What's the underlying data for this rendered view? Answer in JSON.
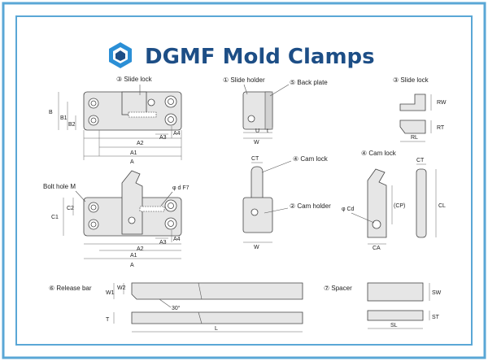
{
  "title": "DGMF Mold Clamps",
  "colors": {
    "border": "#5aa7d6",
    "brand": "#1d4e86",
    "part_fill": "#e6e6e6"
  },
  "labels": {
    "slide_lock": "③ Slide lock",
    "slide_holder": "① Slide holder",
    "back_plate": "⑤ Back plate",
    "slide_lock_right": "③ Slide lock",
    "cam_lock_a": "④ Cam lock",
    "cam_lock_b": "④ Cam lock",
    "cam_holder": "② Cam holder",
    "bolt_hole": "Bolt hole M",
    "release_bar": "⑥ Release bar",
    "spacer": "⑦ Spacer"
  },
  "dims": {
    "B": "B",
    "B1": "B1",
    "B2": "B2",
    "A": "A",
    "A1": "A1",
    "A2": "A2",
    "A3": "A3",
    "A4": "A4",
    "A_2": "A",
    "A1_2": "A1",
    "A2_2": "A2",
    "A3_2": "A3",
    "A4_2": "A4",
    "C1": "C1",
    "C2": "C2",
    "dF7": "φ d F7",
    "U": "U",
    "t": "t",
    "W": "W",
    "W_2": "W",
    "CT": "CT",
    "CT_2": "CT",
    "RW": "RW",
    "RT": "RT",
    "RL": "RL",
    "Cd": "φ Cd",
    "CP": "(CP)",
    "CA": "CA",
    "CL": "CL",
    "W1": "W1",
    "W2": "W2",
    "T": "T",
    "L": "L",
    "angle": "30°",
    "SW": "SW",
    "ST": "ST",
    "SL": "SL"
  }
}
